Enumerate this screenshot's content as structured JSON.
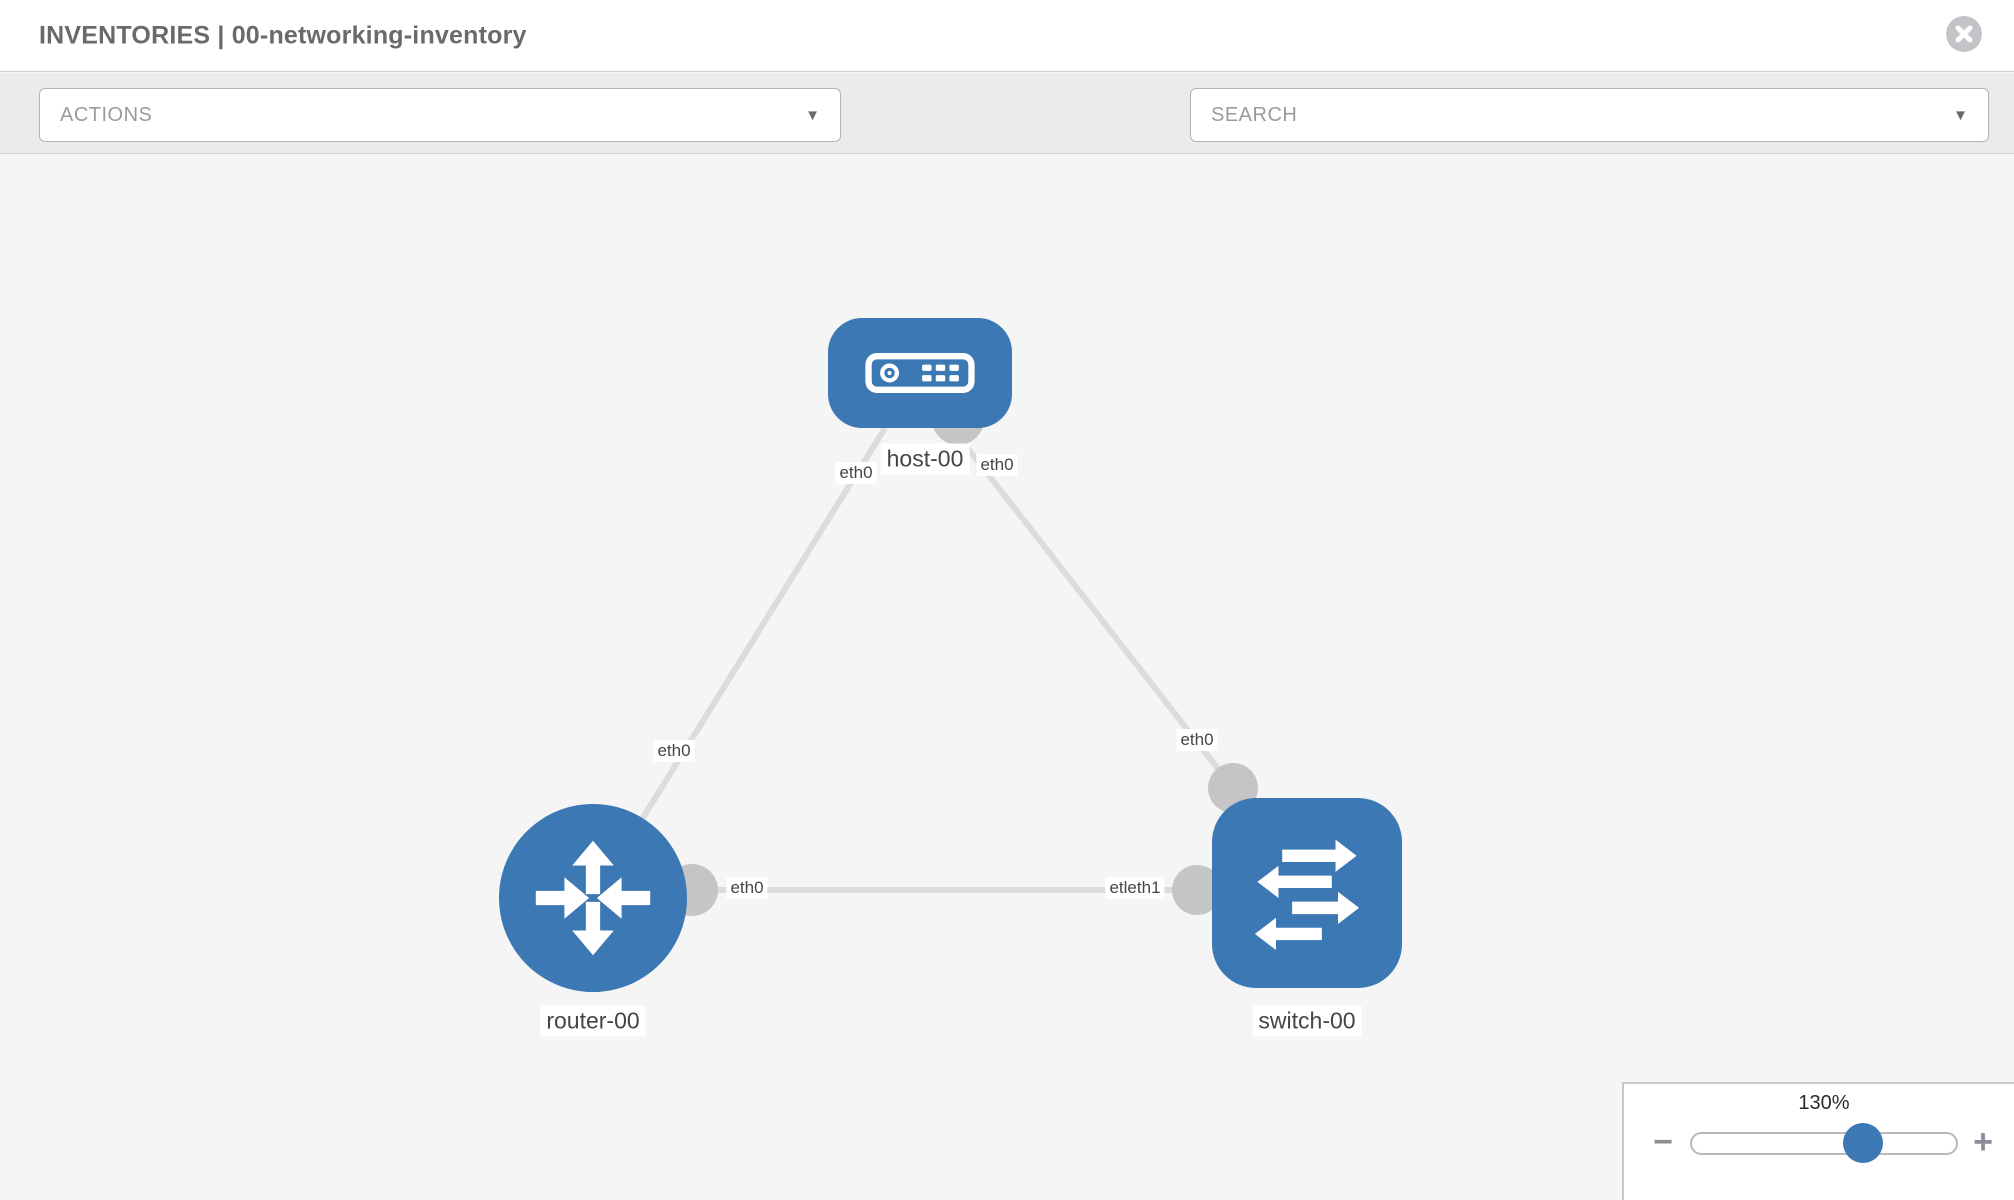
{
  "header": {
    "title": "INVENTORIES | 00-networking-inventory",
    "close_icon": "close-circle-icon"
  },
  "toolbar": {
    "actions_label": "ACTIONS",
    "search_label": "SEARCH",
    "caret_glyph": "▼",
    "wrench_icon": "wrench-icon",
    "key_icon": "key-icon"
  },
  "topology": {
    "nodes": [
      {
        "id": "host-00",
        "label": "host-00",
        "type": "host",
        "icon": "host-icon"
      },
      {
        "id": "router-00",
        "label": "router-00",
        "type": "router",
        "icon": "router-icon"
      },
      {
        "id": "switch-00",
        "label": "switch-00",
        "type": "switch",
        "icon": "switch-icon"
      }
    ],
    "links": [
      {
        "from": "host-00",
        "to": "router-00",
        "from_interface": "eth0",
        "to_interface": "eth0"
      },
      {
        "from": "host-00",
        "to": "switch-00",
        "from_interface": "eth0",
        "to_interface": "eth0"
      },
      {
        "from": "router-00",
        "to": "switch-00",
        "from_interface": "eth0",
        "to_interface": "etleth1"
      }
    ],
    "colors": {
      "node_fill": "#3b78b4",
      "link": "#dcdcdc",
      "connector": "#c5c5c5",
      "label_text": "#454545",
      "canvas_bg": "#f5f5f5"
    }
  },
  "zoom_control": {
    "value_label": "130%",
    "percent": 130,
    "minus_label": "−",
    "plus_label": "+",
    "thumb_color": "#3b78b4"
  }
}
